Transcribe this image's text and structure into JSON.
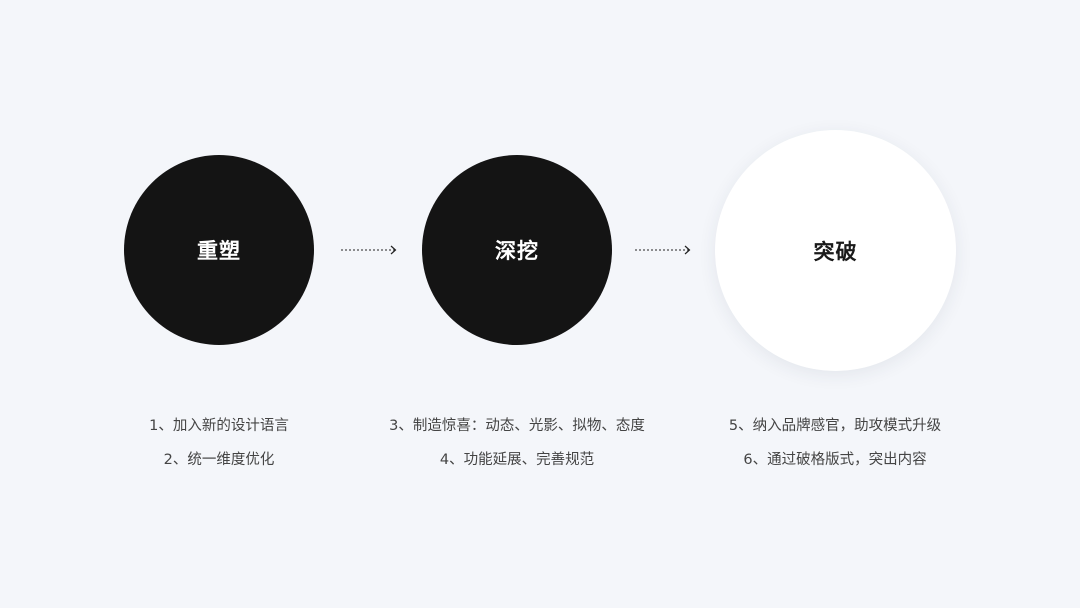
{
  "colors": {
    "background": "#f4f6fa",
    "dark_circle": "#141414",
    "light_circle": "#ffffff",
    "text": "#444444"
  },
  "steps": [
    {
      "title": "重塑",
      "style": "dark",
      "items": [
        "1、加入新的设计语言",
        "2、统一维度优化"
      ]
    },
    {
      "title": "深挖",
      "style": "dark",
      "items": [
        "3、制造惊喜：动态、光影、拟物、态度",
        "4、功能延展、完善规范"
      ]
    },
    {
      "title": "突破",
      "style": "light",
      "items": [
        "5、纳入品牌感官，助攻模式升级",
        "6、通过破格版式，突出内容"
      ]
    }
  ],
  "connectors": [
    {
      "icon": "dotted-arrow-right-icon",
      "from": "重塑",
      "to": "深挖"
    },
    {
      "icon": "dotted-arrow-right-icon",
      "from": "深挖",
      "to": "突破"
    }
  ]
}
